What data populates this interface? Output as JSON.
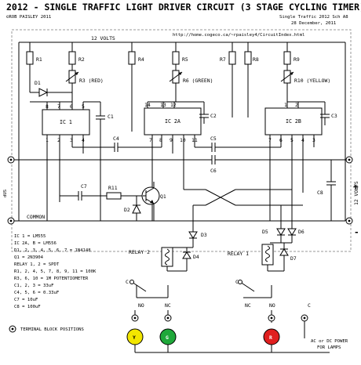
{
  "title": "2012 - SINGLE TRAFFIC LIGHT DRIVER CIRCUIT (3 STAGE CYCLING TIMER)",
  "author": "©ROB PAISLEY 2011",
  "sch_name": "Single Traffic 2012 Sch A8",
  "date": "28 December, 2011",
  "url": "http://home.cogeco.ca/~rpaisley4/CircuitIndex.html",
  "rail_top": "12 VOLTS",
  "rail_bottom": "COMMON",
  "side_left": "dUS",
  "side_right": "12 VOLTS",
  "plus_sign": "+",
  "minus_sign": "-",
  "ics": [
    {
      "label": "IC 1",
      "pins_top": [
        "8",
        "7",
        "6",
        "5"
      ],
      "pins_bot": [
        "1",
        "2",
        "3",
        "4"
      ]
    },
    {
      "label": "IC 2A",
      "pins_top": [
        "14",
        "13",
        "12"
      ],
      "pins_bot": [
        "7",
        "8",
        "9",
        "10",
        "11"
      ]
    },
    {
      "label": "IC 2B",
      "pins_top": [
        "1",
        "2"
      ],
      "pins_bot": [
        "7",
        "6",
        "5",
        "4",
        "3"
      ]
    }
  ],
  "resistors": [
    "R1",
    "R2",
    "R3 (RED)",
    "R4",
    "R5",
    "R6 (GREEN)",
    "R7",
    "R8",
    "R9",
    "R10 (YELLOW)",
    "R11"
  ],
  "capacitors": [
    "C1",
    "C2",
    "C3",
    "C4",
    "C5",
    "C6",
    "C7",
    "C8"
  ],
  "diodes": [
    "D1",
    "D2",
    "D3",
    "D4",
    "D5",
    "D6",
    "D7"
  ],
  "transistor": "Q1",
  "relays": [
    "RELAY 2",
    "RELAY 1"
  ],
  "contacts": [
    "C",
    "NO",
    "NC",
    "C",
    "NO",
    "NC"
  ],
  "lamps": [
    "Y",
    "G",
    "R"
  ],
  "lamp_colors": {
    "Y": "#f2e600",
    "G": "#1fa83a",
    "R": "#e01f1f"
  },
  "lamp_contact_c": "C",
  "power_label": "AC or DC POWER",
  "power_label2": "FOR LAMPS",
  "legend": [
    "IC 1 = LM555",
    "IC 2A, B = LM556",
    "D1, 2, 3, 4, 5, 6, 7 = 1N4148",
    "Q1 = 2N3904",
    "RELAY 1, 2 = SPDT",
    "R1, 2, 4, 5, 7, 8, 9, 11 = 100K",
    "R3, 6, 10 = 1M POTENTIOMETER",
    "C1, 2, 3 = 33uF",
    "C4, 5, 6 = 0.33uF",
    "C7 = 10uF",
    "C8 = 100uF"
  ],
  "terminal_note": "TERMINAL BLOCK POSITIONS"
}
